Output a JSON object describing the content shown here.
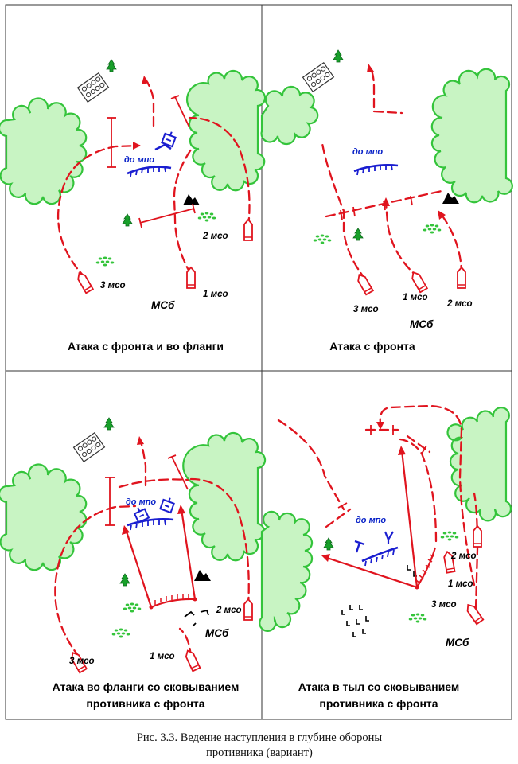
{
  "panels": [
    {
      "title": "Атака с фронта и во фланги",
      "enemy_label": "до мпо",
      "units": [
        "3 мсо",
        "1 мсо",
        "2 мсо"
      ],
      "battalion": "МСб"
    },
    {
      "title": "Атака с фронта",
      "enemy_label": "до мпо",
      "units": [
        "3 мсо",
        "1 мсо",
        "2 мсо"
      ],
      "battalion": "МСб"
    },
    {
      "title_lines": [
        "Атака во фланги со сковыванием",
        "противника с фронта"
      ],
      "enemy_label": "до мпо",
      "units": [
        "3 мсо",
        "1 мсо",
        "2 мсо"
      ],
      "battalion": "МСб"
    },
    {
      "title_lines": [
        "Атака в тыл со сковыванием",
        "противника с фронта"
      ],
      "enemy_label": "до мпо",
      "units": [
        "2 мсо",
        "1 мсо",
        "3 мсо"
      ],
      "battalion": "МСб"
    }
  ],
  "caption": {
    "line1": "Рис. 3.3. Ведение наступления в глубине обороны",
    "line2": "противника (вариант)"
  },
  "colors": {
    "own_forces": "#e0141e",
    "enemy": "#1a1ed0",
    "forest_fill": "#c8f4c3",
    "forest_stroke": "#34c43b",
    "grass": "#34c43b"
  },
  "icons": [
    "tree-icon",
    "settlement-icon",
    "hill-icon",
    "vehicle-icon",
    "tank-icon",
    "grass-icon",
    "mine-field-icon"
  ]
}
